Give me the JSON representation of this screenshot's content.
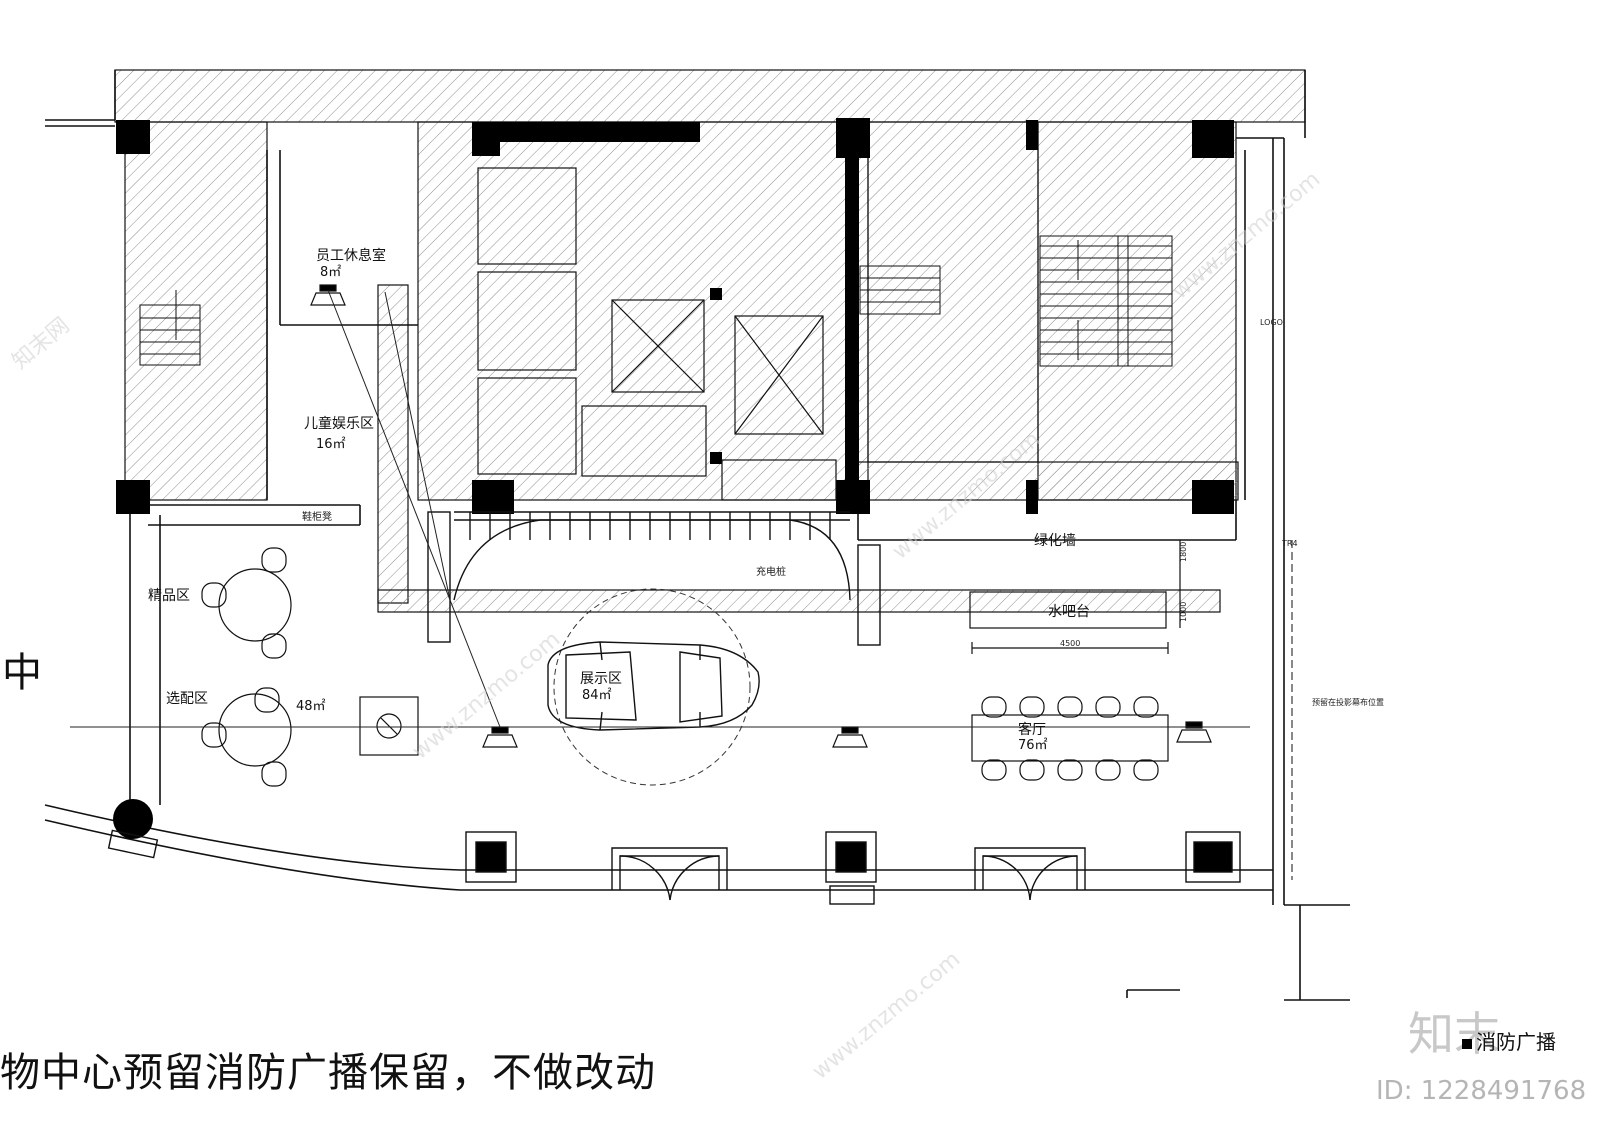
{
  "labels": {
    "staff_room": "员工休息室",
    "staff_room_area": "8㎡",
    "kids_area": "儿童娱乐区",
    "kids_area_area": "16㎡",
    "shoe_bench": "鞋柜凳",
    "boutique": "精品区",
    "options": "选配区",
    "options_area": "48㎡",
    "charging": "充电桩",
    "green_wall": "绿化墙",
    "display": "展示区",
    "display_area": "84㎡",
    "water_bar": "水吧台",
    "lounge": "客厅",
    "lounge_area": "76㎡",
    "logo": "LOGO",
    "projection": "预留在投影幕布位置",
    "tr4": "TR4",
    "dim_1800": "1800",
    "dim_1000": "1000",
    "dim_4500": "4500"
  },
  "note": "物中心预留消防广播保留，不做改动",
  "edge_char": "中",
  "legend": {
    "label": "消防广播"
  },
  "watermark": {
    "url": "www.znzmo.com",
    "brand": "知末网",
    "mark": "知末",
    "id": "ID: 1228491768"
  },
  "colors": {
    "line": "#111111",
    "hatch": "#9a9a9a",
    "fill": "#000000",
    "watermark": "#c8c8c8"
  }
}
